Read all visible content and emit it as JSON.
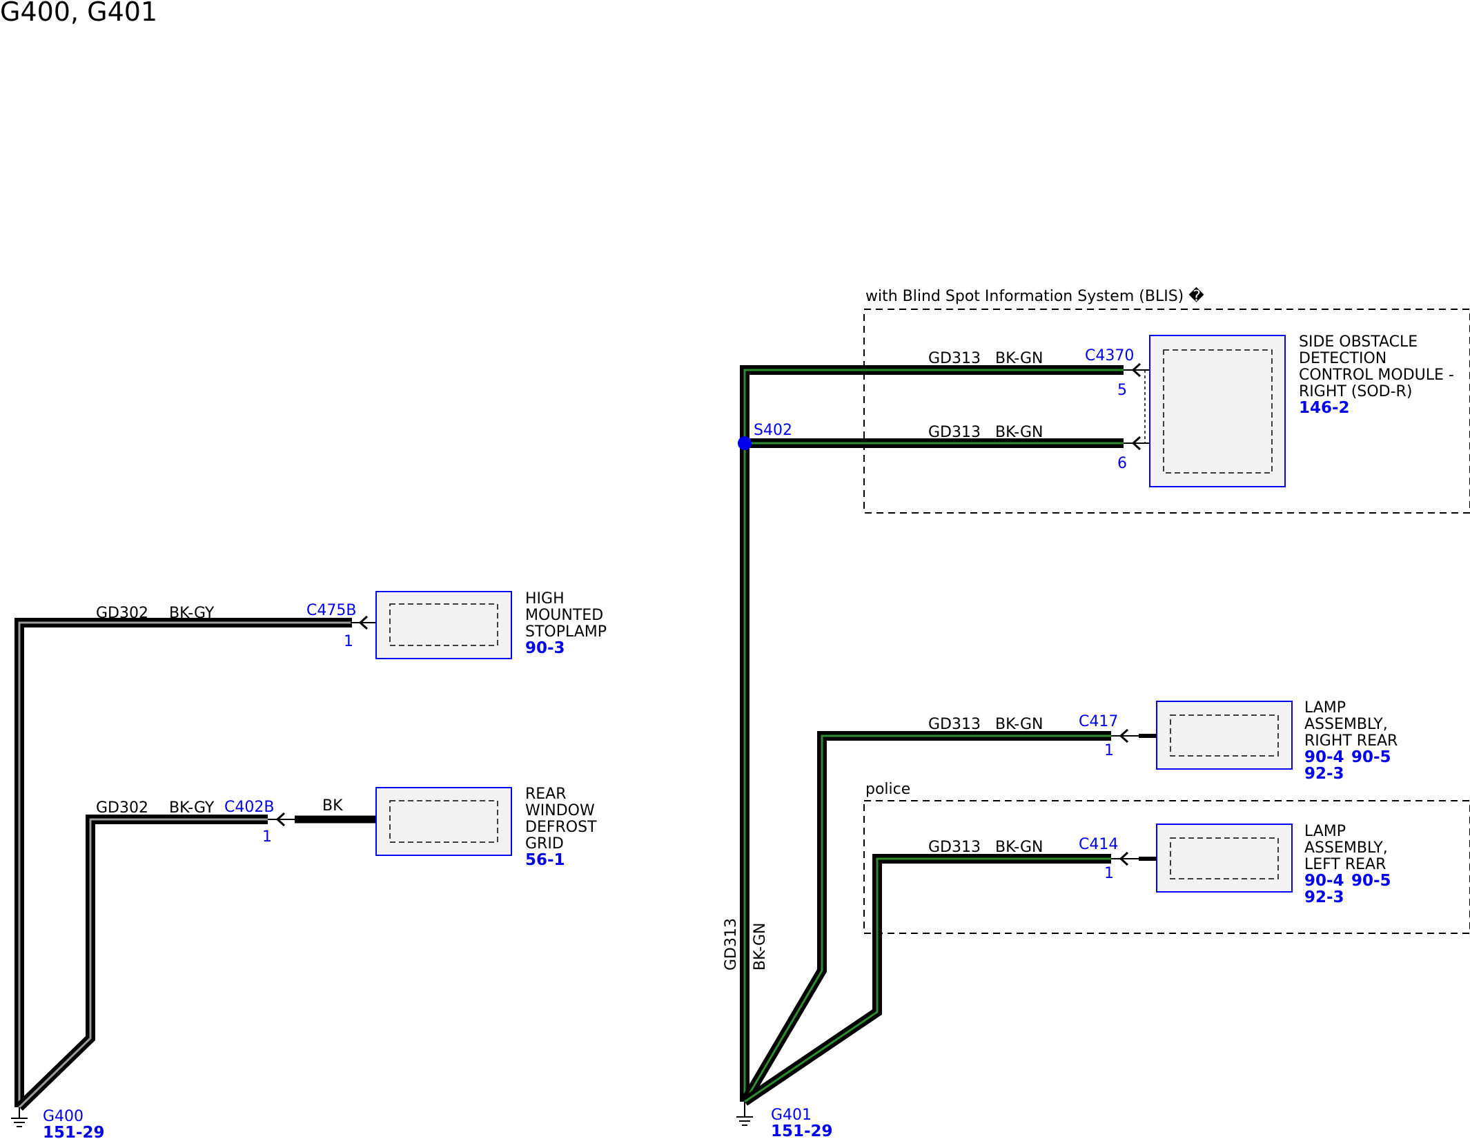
{
  "title": "G400, G401",
  "colors": {
    "wire_outer": "#000000",
    "wire_gray": "#9a9a9a",
    "wire_green": "#2e8b2e",
    "link": "#0000ee",
    "box_fill": "#f2f2f2"
  },
  "grounds": [
    {
      "id": "G400",
      "ref": "151-29"
    },
    {
      "id": "G401",
      "ref": "151-29"
    }
  ],
  "options": [
    {
      "id": "blis",
      "label": "with Blind Spot Information System (BLIS) �"
    },
    {
      "id": "police",
      "label": "police"
    }
  ],
  "splices": [
    {
      "id": "S402"
    }
  ],
  "wires": {
    "gd302_a": {
      "circuit": "GD302",
      "color": "BK-GY"
    },
    "gd302_b": {
      "circuit": "GD302",
      "color": "BK-GY"
    },
    "rear_defrost_lead": {
      "color": "BK"
    },
    "gd313_c5": {
      "circuit": "GD313",
      "color": "BK-GN"
    },
    "gd313_c6": {
      "circuit": "GD313",
      "color": "BK-GN"
    },
    "gd313_trunk": {
      "circuit": "GD313",
      "color": "BK-GN"
    },
    "gd313_rr": {
      "circuit": "GD313",
      "color": "BK-GN"
    },
    "gd313_lr": {
      "circuit": "GD313",
      "color": "BK-GN"
    }
  },
  "connectors": {
    "c475b": {
      "id": "C475B",
      "pin": "1"
    },
    "c402b": {
      "id": "C402B",
      "pin": "1"
    },
    "c4370": {
      "id": "C4370",
      "pins": [
        "5",
        "6"
      ]
    },
    "c417": {
      "id": "C417",
      "pin": "1"
    },
    "c414": {
      "id": "C414",
      "pin": "1"
    }
  },
  "components": {
    "stoplamp": {
      "name_lines": [
        "HIGH",
        "MOUNTED",
        "STOPLAMP"
      ],
      "refs": [
        "90-3"
      ]
    },
    "defrost": {
      "name_lines": [
        "REAR",
        "WINDOW",
        "DEFROST",
        "GRID"
      ],
      "refs": [
        "56-1"
      ]
    },
    "sodr": {
      "name_lines": [
        "SIDE OBSTACLE",
        "DETECTION",
        "CONTROL MODULE -",
        "RIGHT (SOD-R)"
      ],
      "refs": [
        "146-2"
      ]
    },
    "lamp_rr": {
      "name_lines": [
        "LAMP",
        "ASSEMBLY,",
        "RIGHT REAR"
      ],
      "refs": [
        "90-4",
        "90-5",
        "92-3"
      ]
    },
    "lamp_lr": {
      "name_lines": [
        "LAMP",
        "ASSEMBLY,",
        "LEFT REAR"
      ],
      "refs": [
        "90-4",
        "90-5",
        "92-3"
      ]
    }
  }
}
